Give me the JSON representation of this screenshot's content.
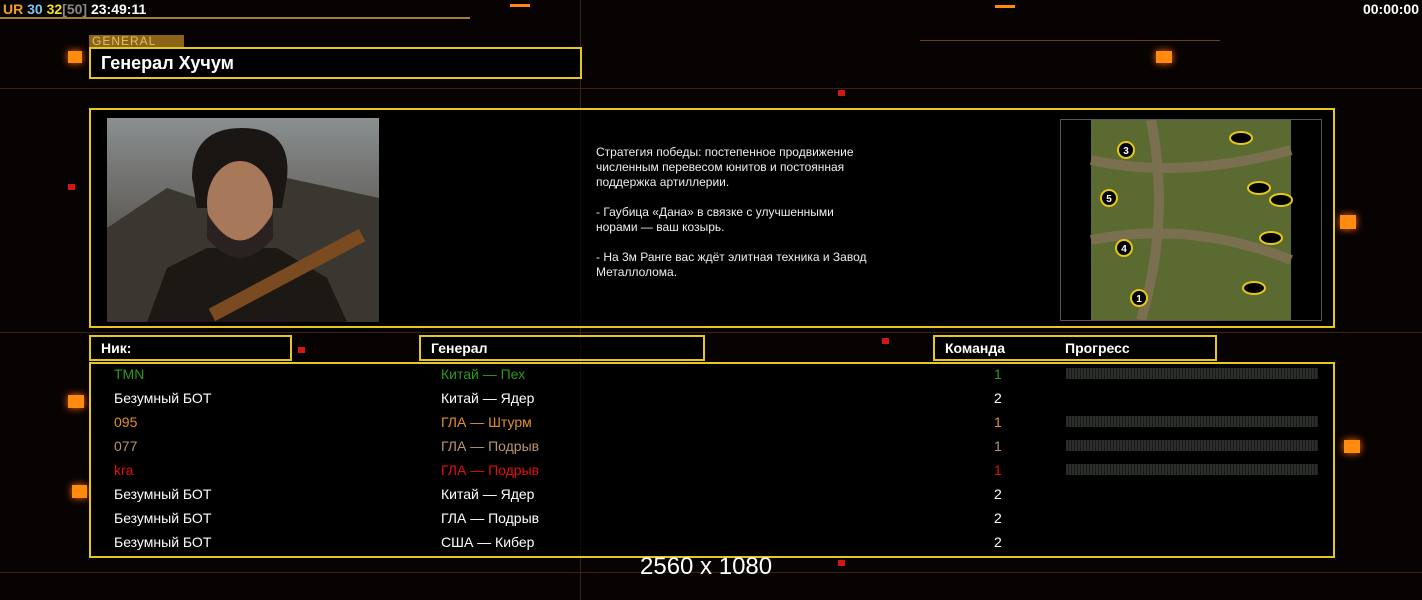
{
  "hud": {
    "ur": "UR",
    "a": "30",
    "b": "32",
    "c": "[50]",
    "time": "23:49:11",
    "timer": "00:00:00"
  },
  "header": {
    "label": "GENERAL",
    "title": "Генерал Хучум"
  },
  "description": [
    "Стратегия победы: постепенное продвижение численным перевесом юнитов и постоянная поддержка артиллерии.",
    "- Гаубица «Дана» в связке с улучшенными норами — ваш козырь.",
    "- На 3м Ранге вас ждёт элитная техника и Завод Металлолома."
  ],
  "map": {
    "slots": [
      "3",
      "5",
      "4",
      "1"
    ]
  },
  "columns": {
    "nick": "Ник:",
    "general": "Генерал",
    "team": "Команда",
    "progress": "Прогресс"
  },
  "players": [
    {
      "nick": "TMN",
      "general": "Китай — Пех",
      "team": "1",
      "color": "#2a9a1a",
      "progress": 0
    },
    {
      "nick": "Безумный БОТ",
      "general": "Китай — Ядер",
      "team": "2",
      "color": "#ffffff",
      "progress": null
    },
    {
      "nick": "095",
      "general": "ГЛА — Штурм",
      "team": "1",
      "color": "#e0902a",
      "progress": 0
    },
    {
      "nick": "077",
      "general": "ГЛА — Подрыв",
      "team": "1",
      "color": "#b89470",
      "progress": 0
    },
    {
      "nick": "kra",
      "general": "ГЛА — Подрыв",
      "team": "1",
      "color": "#e01010",
      "progress": 0
    },
    {
      "nick": "Безумный БОТ",
      "general": "Китай — Ядер",
      "team": "2",
      "color": "#ffffff",
      "progress": null
    },
    {
      "nick": "Безумный БОТ",
      "general": "ГЛА — Подрыв",
      "team": "2",
      "color": "#ffffff",
      "progress": null
    },
    {
      "nick": "Безумный БОТ",
      "general": "США — Кибер",
      "team": "2",
      "color": "#ffffff",
      "progress": null
    }
  ],
  "resolution": "2560 x 1080"
}
